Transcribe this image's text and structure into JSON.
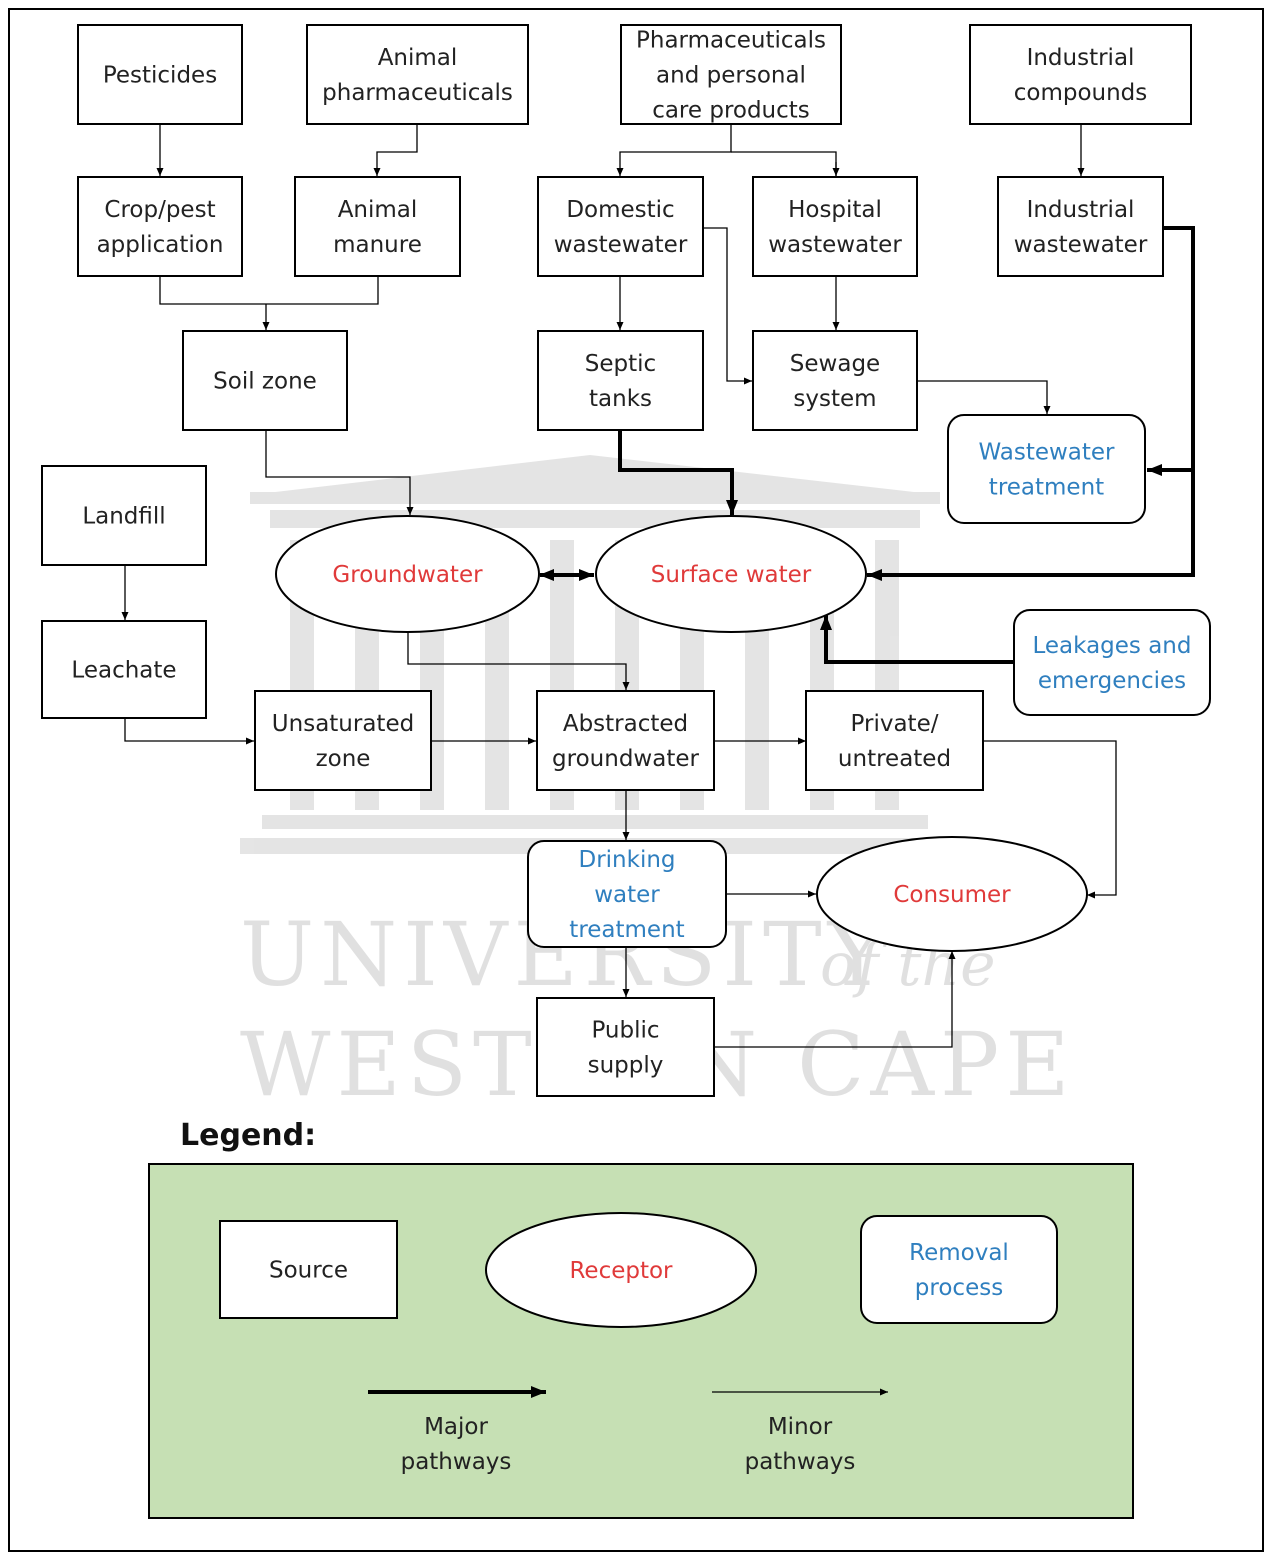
{
  "colors": {
    "source_text": "#222222",
    "receptor_text": "#e03a3a",
    "removal_text": "#2f7fbf",
    "legend_background": "#c6e0b4"
  },
  "nodes": {
    "pesticides": [
      "Pesticides"
    ],
    "animal_pharma": [
      "Animal",
      "pharmaceuticals"
    ],
    "ppcp": [
      "Pharmaceuticals",
      "and personal",
      "care products"
    ],
    "industrial_compounds": [
      "Industrial",
      "compounds"
    ],
    "crop_pest": [
      "Crop/pest",
      "application"
    ],
    "animal_manure": [
      "Animal",
      "manure"
    ],
    "domestic_ww": [
      "Domestic",
      "wastewater"
    ],
    "hospital_ww": [
      "Hospital",
      "wastewater"
    ],
    "industrial_ww": [
      "Industrial",
      "wastewater"
    ],
    "soil_zone": [
      "Soil zone"
    ],
    "septic_tanks": [
      "Septic",
      "tanks"
    ],
    "sewage_system": [
      "Sewage",
      "system"
    ],
    "ww_treatment": [
      "Wastewater",
      "treatment"
    ],
    "landfill": [
      "Landfill"
    ],
    "groundwater": [
      "Groundwater"
    ],
    "surface_water": [
      "Surface water"
    ],
    "leakages": [
      "Leakages and",
      "emergencies"
    ],
    "leachate": [
      "Leachate"
    ],
    "unsaturated_zone": [
      "Unsaturated",
      "zone"
    ],
    "abstracted_gw": [
      "Abstracted",
      "groundwater"
    ],
    "private_untreated": [
      "Private/",
      "untreated"
    ],
    "dw_treatment": [
      "Drinking",
      "water",
      "treatment"
    ],
    "consumer": [
      "Consumer"
    ],
    "public_supply": [
      "Public",
      "supply"
    ]
  },
  "legend": {
    "title": "Legend:",
    "source": "Source",
    "receptor": "Receptor",
    "removal": [
      "Removal",
      "process"
    ],
    "major": [
      "Major",
      "pathways"
    ],
    "minor": [
      "Minor",
      "pathways"
    ]
  },
  "watermark": {
    "line1": "UNIVERSITY",
    "line1_suffix": "of the",
    "line2": "WESTERN CAPE"
  }
}
